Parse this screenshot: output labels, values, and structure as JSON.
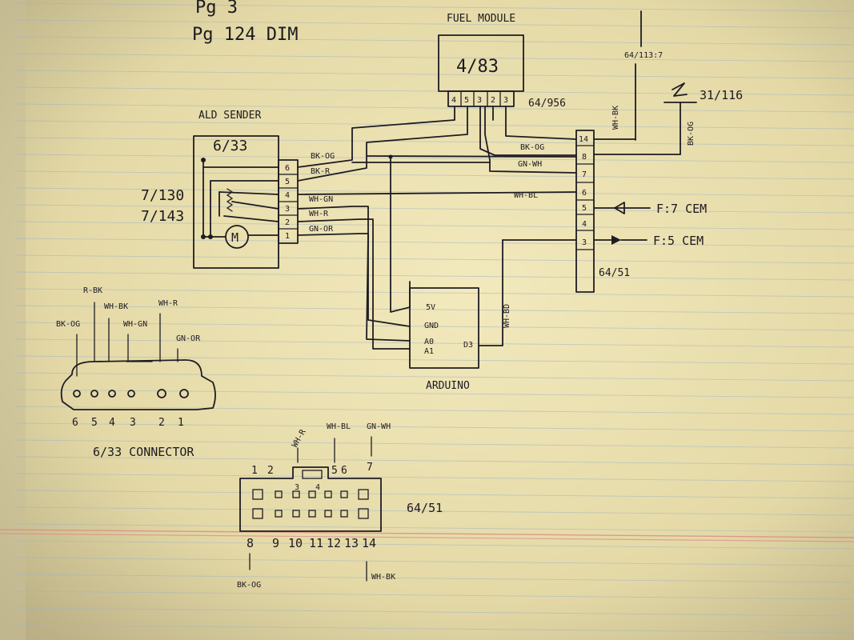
{
  "header": {
    "line1": "Pg 3",
    "line2": "Pg 124 DIM"
  },
  "fuel_module": {
    "title": "FUEL MODULE",
    "id": "4/83",
    "pins": [
      "4",
      "5",
      "3",
      "2",
      "3"
    ],
    "ref": "64/956"
  },
  "top_right": {
    "ref_64_113": "64/113:7",
    "wh_bk": "WH-BK",
    "ground_ref": "31/116",
    "bk_og": "BK-OG"
  },
  "sender": {
    "title": "ALD SENDER",
    "id": "6/33",
    "pins": [
      "6",
      "5",
      "4",
      "3",
      "2",
      "1"
    ],
    "motor": "M",
    "wires": [
      "BK-OG",
      "BK-R",
      "WH-GN",
      "WH-R",
      "GN-OR"
    ]
  },
  "left_refs": [
    "7/130",
    "7/143"
  ],
  "block_64_51": {
    "pins": [
      "14",
      "8",
      "7",
      "6",
      "5",
      "4",
      "3"
    ],
    "ref": "64/51",
    "wires": [
      "BK-OG",
      "GN-WH",
      "WH-BL"
    ],
    "out_f7": "F:7 CEM",
    "out_f5": "F:5 CEM"
  },
  "arduino": {
    "title": "ARDUINO",
    "pins": [
      "5V",
      "GND",
      "A0",
      "A1"
    ],
    "d_pin": "D3",
    "wire": "WH-BD"
  },
  "connector_633": {
    "title": "6/33 CONNECTOR",
    "wires": [
      "BK-OG",
      "R-BK",
      "WH-BK",
      "WH-GN",
      "WH-R",
      "GN-OR"
    ],
    "pin_numbers": [
      "6",
      "5",
      "4",
      "3",
      "2",
      "1"
    ]
  },
  "connector_6451": {
    "ref": "64/51",
    "top_wires": [
      "WH-R",
      "WH-BL",
      "GN-WH"
    ],
    "top_numbers": [
      "1",
      "2",
      "3",
      "4",
      "5",
      "6",
      "7"
    ],
    "bottom_numbers": [
      "8",
      "9",
      "10",
      "11",
      "12",
      "13",
      "14"
    ],
    "bottom_wires": [
      "BK-OG",
      "WH-BK"
    ]
  }
}
